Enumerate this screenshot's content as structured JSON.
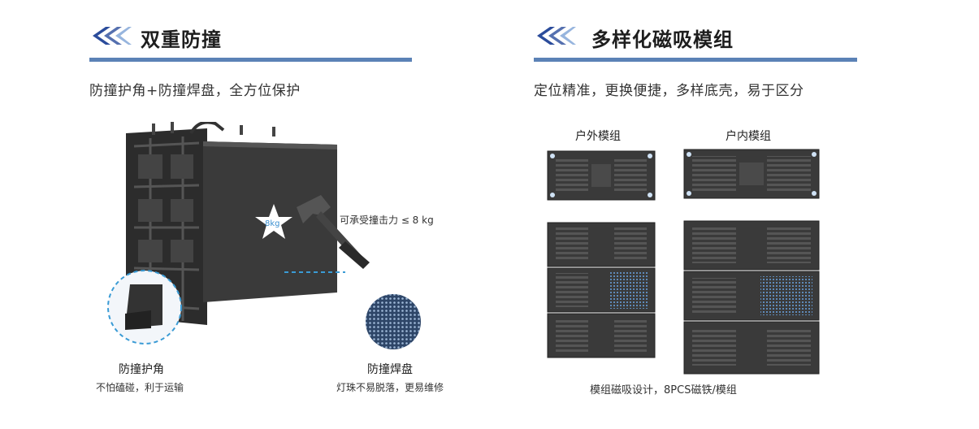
{
  "left": {
    "title": "双重防撞",
    "subtitle": "防撞护角+防撞焊盘，全方位保护",
    "star_label": "8kg",
    "impact_label": "可承受撞击力 ≤ 8 kg",
    "corner": {
      "label": "防撞护角",
      "desc": "不怕磕碰，利于运输"
    },
    "pad": {
      "label": "防撞焊盘",
      "desc": "灯珠不易脱落，更易维修"
    }
  },
  "right": {
    "title": "多样化磁吸模组",
    "subtitle": "定位精准，更换便捷，多样底壳，易于区分",
    "outdoor_label": "户外模组",
    "indoor_label": "户内模组",
    "caption": "模组磁吸设计，8PCS磁铁/模组"
  },
  "colors": {
    "accent": "#5b82b6",
    "chevron": "#2b4c9b",
    "dash": "#3a9bd5"
  }
}
